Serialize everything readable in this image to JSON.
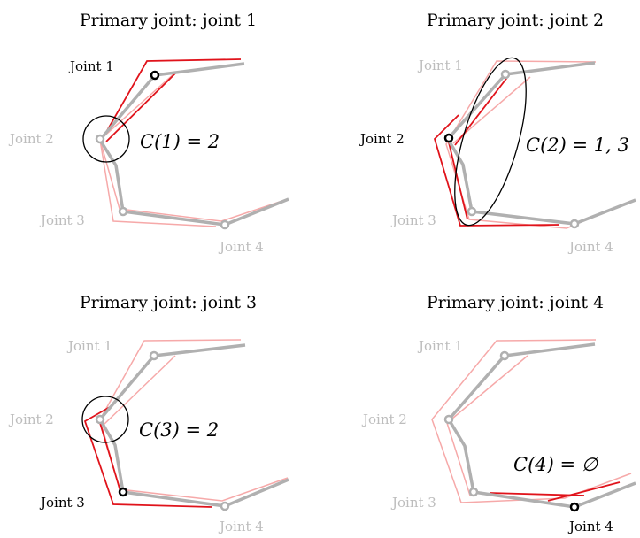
{
  "panels": [
    {
      "title": "Primary joint: joint 1",
      "joint_labels": [
        "Joint 1",
        "Joint 2",
        "Joint 3",
        "Joint 4"
      ],
      "active_joint": 1,
      "constraint": "C(1) = 2"
    },
    {
      "title": "Primary joint: joint 2",
      "joint_labels": [
        "Joint 1",
        "Joint 2",
        "Joint 3",
        "Joint 4"
      ],
      "active_joint": 2,
      "constraint": "C(2) = 1, 3"
    },
    {
      "title": "Primary joint: joint 3",
      "joint_labels": [
        "Joint 1",
        "Joint 2",
        "Joint 3",
        "Joint 4"
      ],
      "active_joint": 3,
      "constraint": "C(3) = 2"
    },
    {
      "title": "Primary joint: joint 4",
      "joint_labels": [
        "Joint 1",
        "Joint 2",
        "Joint 3",
        "Joint 4"
      ],
      "active_joint": 4,
      "constraint": "C(4) = ∅"
    }
  ],
  "colors": {
    "skeleton": "#b0b0b0",
    "active_line": "#e0131b",
    "faded_line": "#f6a9a9",
    "active_joint": "#000000",
    "dim_label": "#bdbdbd"
  }
}
